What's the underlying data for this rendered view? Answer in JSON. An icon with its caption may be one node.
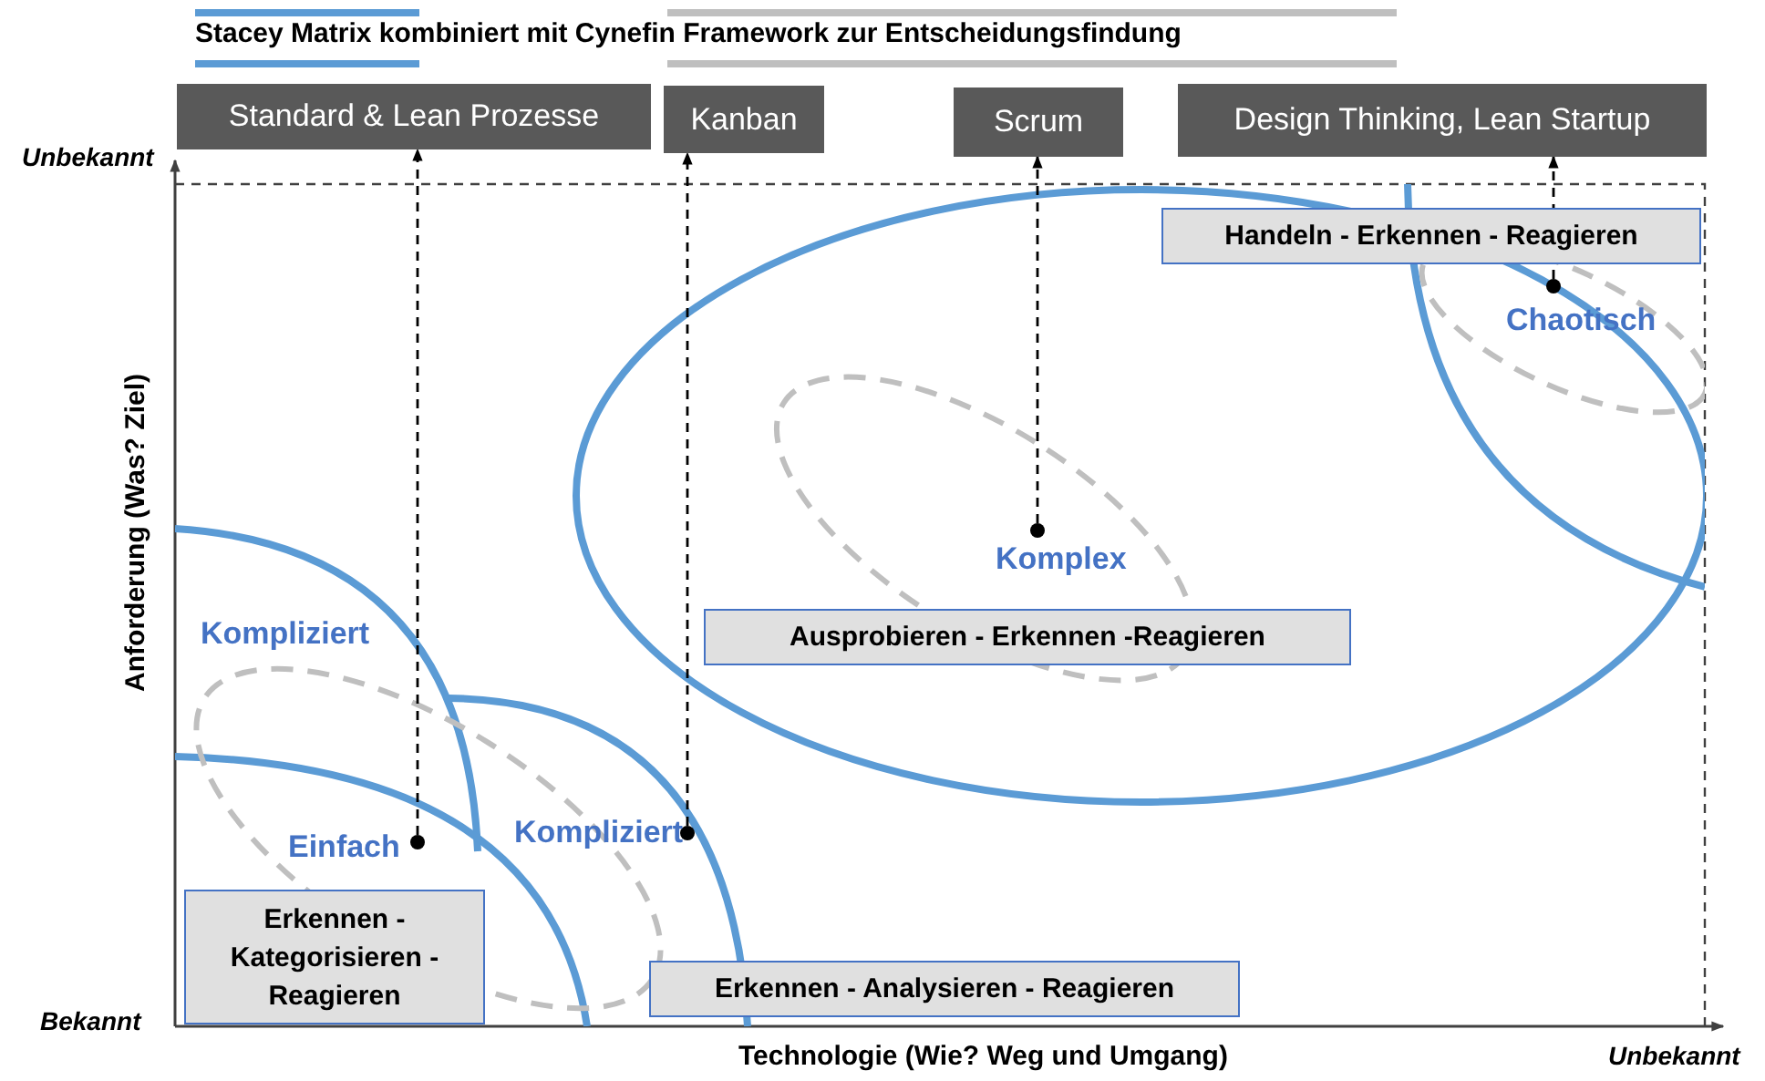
{
  "diagram": {
    "title": "Stacey Matrix kombiniert mit Cynefin Framework zur Entscheidungsfindung",
    "nodes": [
      {
        "text": [
          "Standard & Lean Prozesse"
        ]
      },
      {
        "text": [
          "Kanban"
        ]
      },
      {
        "text": [
          "Scrum"
        ]
      },
      {
        "text": [
          "Design Thinking, Lean Startup"
        ]
      },
      {
        "text": [
          "Handeln - Erkennen - Reagieren"
        ]
      },
      {
        "text": [
          "Ausprobieren -  Erkennen -Reagieren"
        ]
      },
      {
        "text": [
          "Erkennen - Kategorisieren - Reagieren"
        ]
      },
      {
        "text": [
          "Erkennen - Analysieren - Reagieren"
        ]
      },
      {
        "text": [],
        "shape": "circle"
      },
      {
        "text": [],
        "shape": "circle"
      },
      {
        "text": [],
        "shape": "circle"
      },
      {
        "text": [],
        "shape": "circle"
      }
    ],
    "edges": [
      {
        "from": 8,
        "to": 0,
        "arrow": "to",
        "style": "dashed"
      },
      {
        "from": 9,
        "to": 1,
        "arrow": "to",
        "style": "dashed"
      },
      {
        "from": 10,
        "to": 2,
        "arrow": "to",
        "style": "dashed"
      },
      {
        "from": 11,
        "to": 3,
        "arrow": "to",
        "style": "dashed"
      }
    ],
    "labels": [
      "Unbekannt",
      "Chaotisch",
      "Anforderung (Was? Ziel)",
      "Komplex",
      "Kompliziert",
      "Kompliziert",
      "Einfach",
      "Bekannt",
      "Technologie (Wie? Weg und Umgang)",
      "Unbekannt"
    ]
  }
}
